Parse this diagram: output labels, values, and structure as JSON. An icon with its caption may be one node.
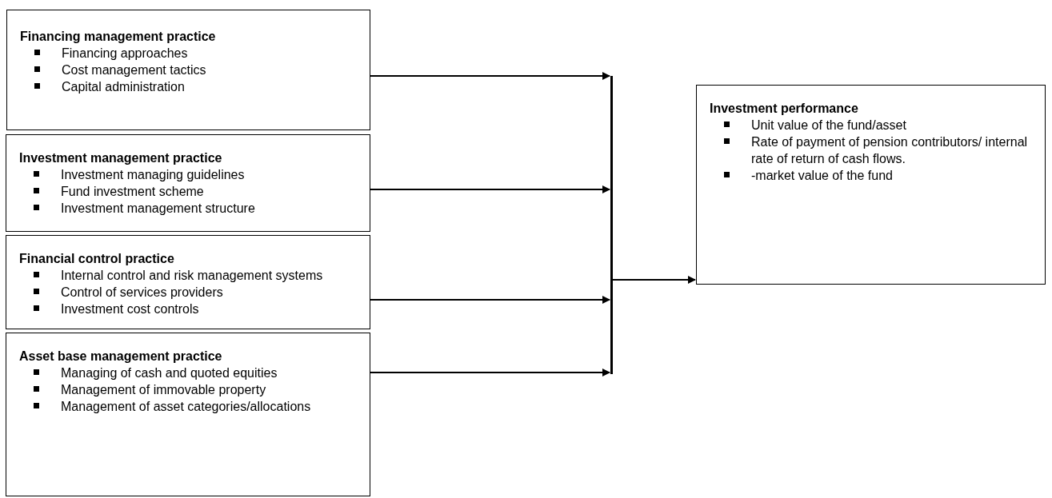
{
  "diagram": {
    "nodes": [
      {
        "text": [
          "Financing management practice",
          "Financing approaches",
          "Cost management tactics",
          "Capital administration"
        ]
      },
      {
        "text": [
          "Investment management practice",
          "Investment managing guidelines",
          "Fund investment scheme",
          "Investment management structure"
        ]
      },
      {
        "text": [
          "Financial control practice",
          "Internal control and risk management systems",
          "Control of services providers",
          "Investment cost controls"
        ]
      },
      {
        "text": [
          "Asset base management practice",
          "Managing of cash and quoted equities",
          "Management of immovable property",
          "Management of asset categories/allocations"
        ]
      },
      {
        "text": [],
        "shape": "bar"
      },
      {
        "text": [
          "Investment performance",
          "Unit value of the fund/asset",
          "Rate of payment of pension contributors/ internal rate of return of cash flows.",
          "-market value of the fund"
        ]
      }
    ],
    "edges": [
      {
        "from": 0,
        "to": 4,
        "arrow": "to"
      },
      {
        "from": 1,
        "to": 4,
        "arrow": "to"
      },
      {
        "from": 2,
        "to": 4,
        "arrow": "to"
      },
      {
        "from": 3,
        "to": 4,
        "arrow": "to"
      },
      {
        "from": 4,
        "to": 5,
        "arrow": "to"
      }
    ]
  }
}
